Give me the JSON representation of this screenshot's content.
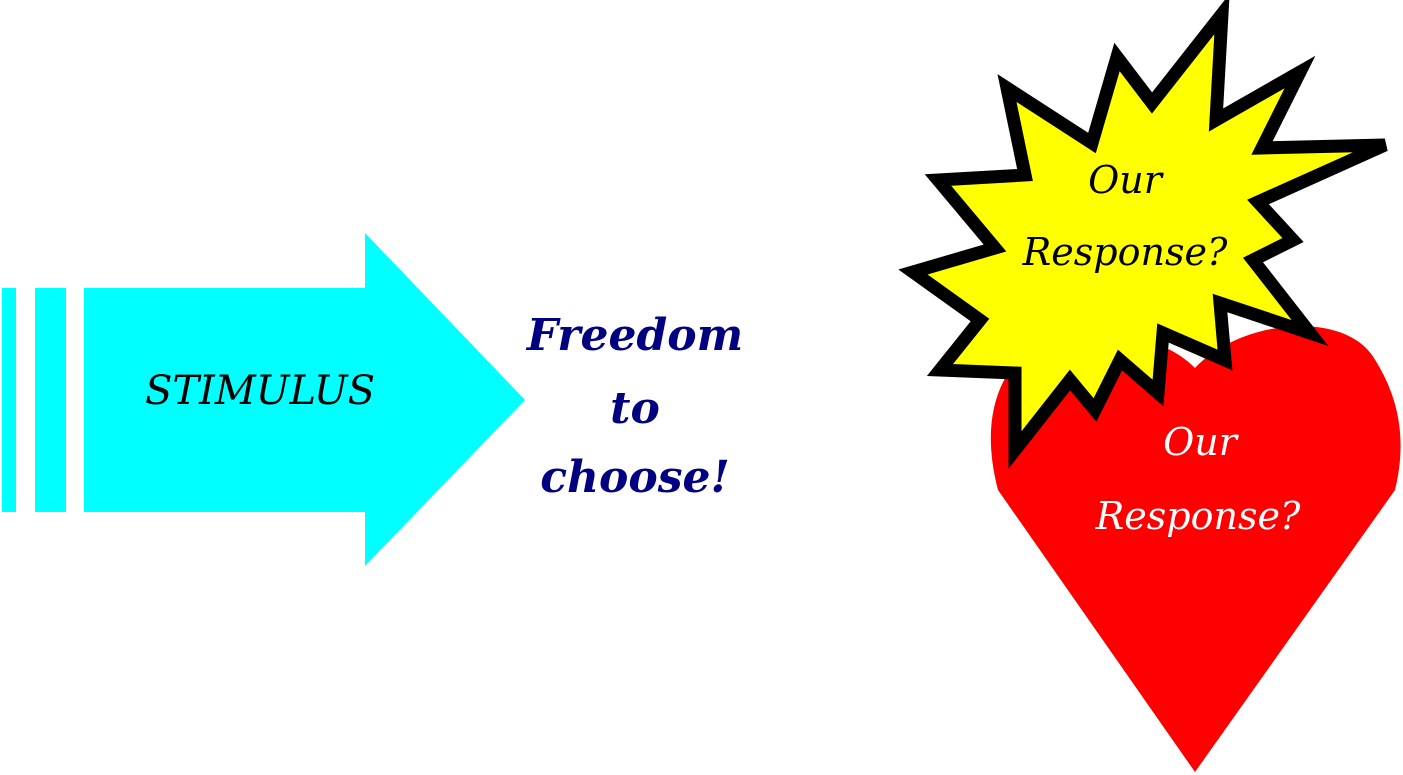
{
  "stimulus": {
    "label": "STIMULUS",
    "color": "#00ffff"
  },
  "freedom": {
    "line1": "Freedom",
    "line2": "to",
    "line3": "choose!",
    "color": "#000080"
  },
  "starburst": {
    "line1": "Our",
    "line2": "Response?",
    "fill": "#ffff00",
    "stroke": "#000000"
  },
  "heart": {
    "line1": "Our",
    "line2": "Response?",
    "fill": "#ff0000"
  }
}
